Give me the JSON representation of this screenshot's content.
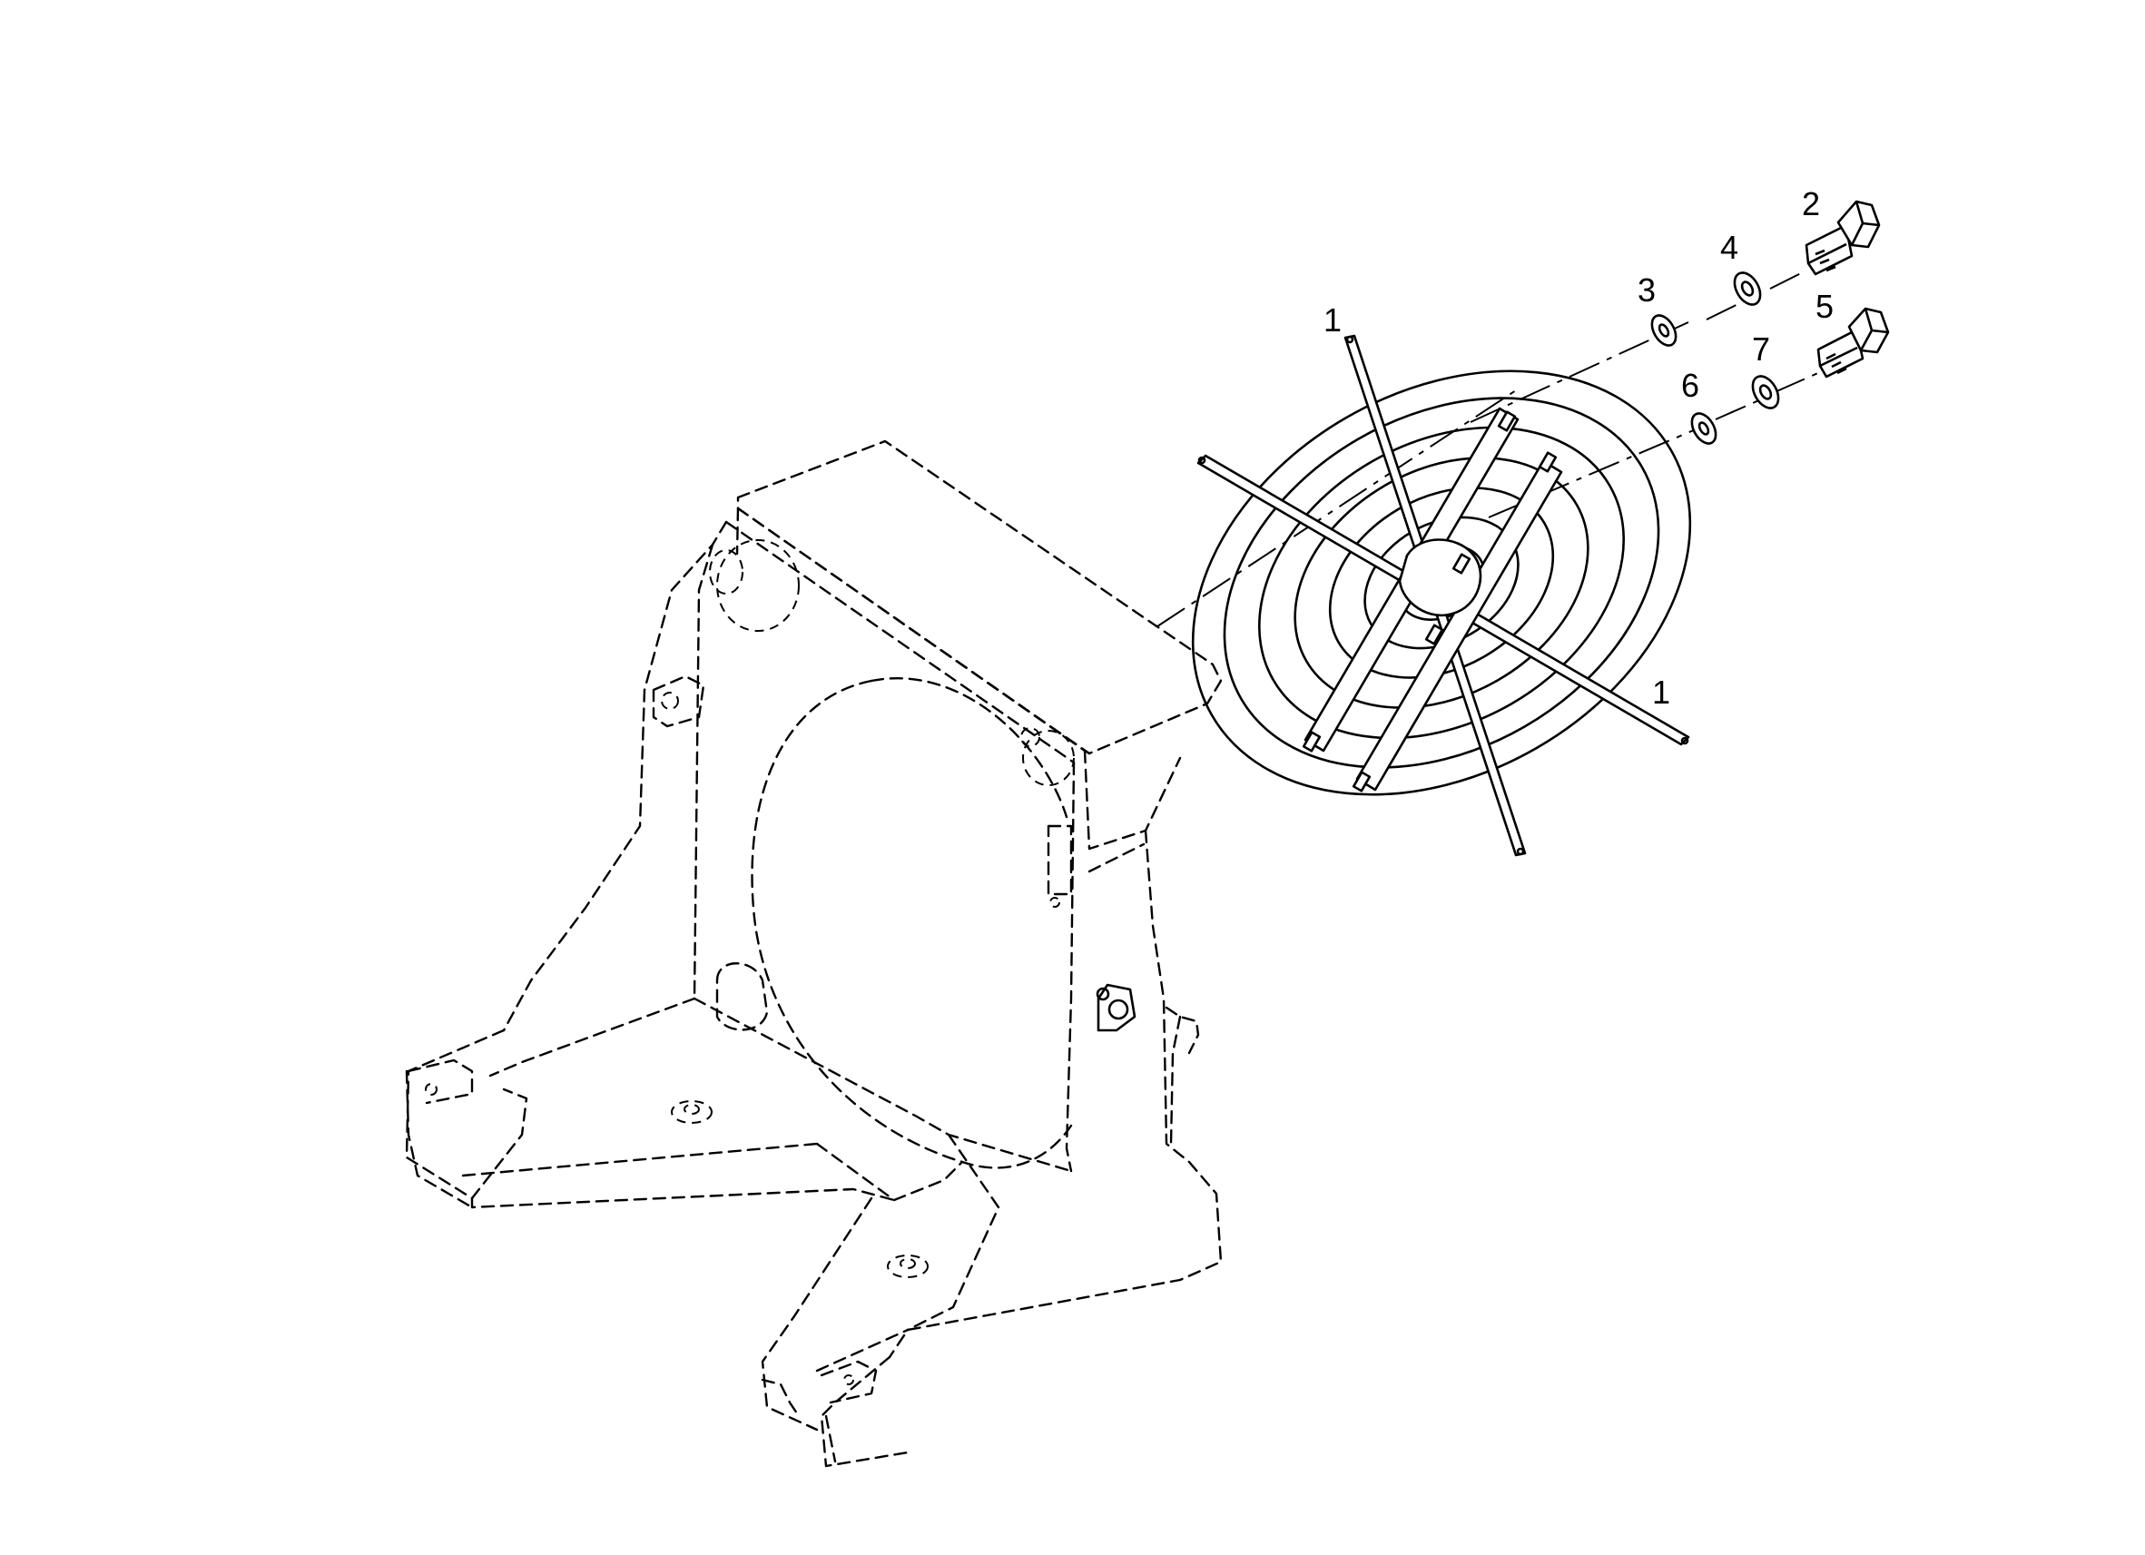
{
  "diagram": {
    "callouts": [
      {
        "id": "grille-top",
        "text": "1"
      },
      {
        "id": "grille-right",
        "text": "1"
      },
      {
        "id": "bolt-upper",
        "text": "2"
      },
      {
        "id": "washer-upper-inner",
        "text": "3"
      },
      {
        "id": "washer-upper-outer",
        "text": "4"
      },
      {
        "id": "bolt-lower",
        "text": "5"
      },
      {
        "id": "washer-lower-inner",
        "text": "6"
      },
      {
        "id": "washer-lower-outer",
        "text": "7"
      }
    ]
  }
}
